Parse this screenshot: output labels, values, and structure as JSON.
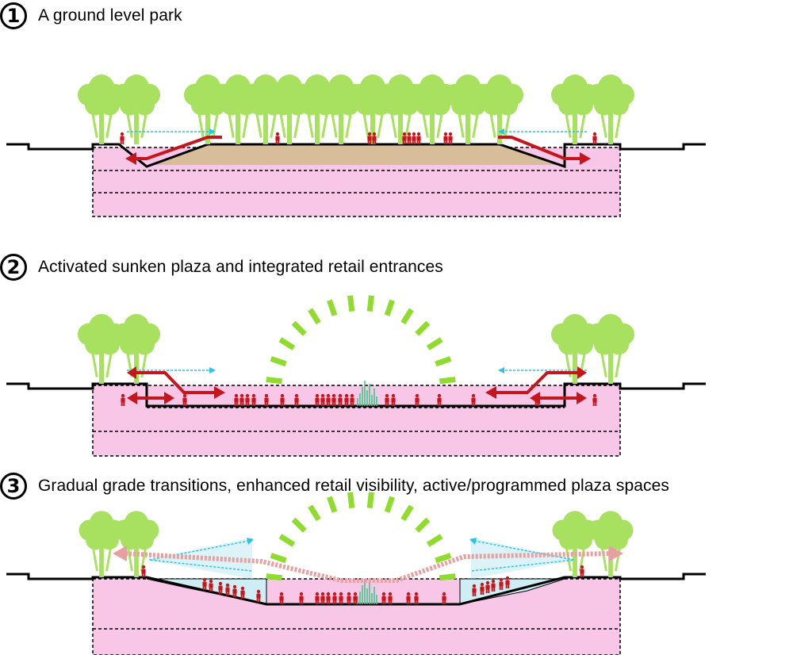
{
  "sections": [
    {
      "number": "1",
      "caption": "A ground level park"
    },
    {
      "number": "2",
      "caption": "Activated sunken plaza and integrated retail entrances"
    },
    {
      "number": "3",
      "caption": "Gradual grade transitions, enhanced retail visibility, active/programmed plaza spaces"
    }
  ],
  "colors": {
    "tree": "#a8e05f",
    "tree_dark": "#8fd640",
    "pink_volume": "#f8c6e6",
    "soil": "#d8bd9a",
    "person": "#c4161c",
    "arrow_red": "#c4161c",
    "arrow_dotted": "#e7a0a0",
    "sightline": "#2bc4e8",
    "arch": "#8fdc2f",
    "glass": "#cdeef5",
    "outline": "#000000"
  },
  "icons": [
    "tree-icon",
    "person-icon",
    "double-arrow-icon",
    "sightline-arrow-icon",
    "fountain-icon",
    "arch-canopy-icon"
  ]
}
